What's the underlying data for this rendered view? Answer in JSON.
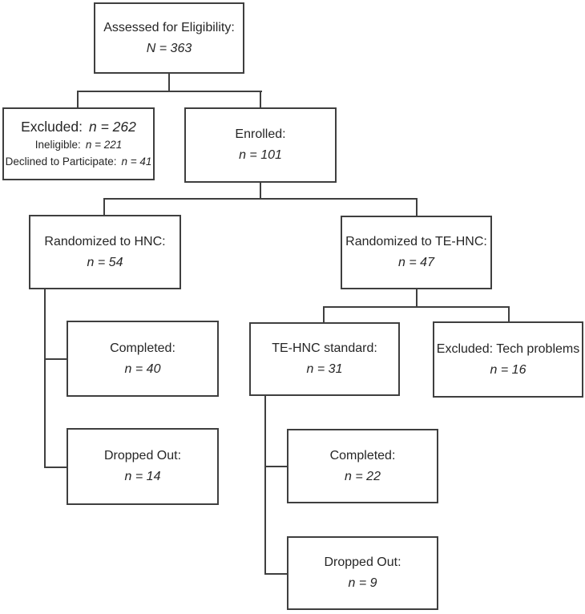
{
  "colors": {
    "border": "#3f3f3f",
    "text": "#262626",
    "background": "#ffffff"
  },
  "diagram": {
    "type": "flowchart",
    "boxes": {
      "assessed": {
        "label": "Assessed for Eligibility:",
        "value": "N = 363"
      },
      "excluded": {
        "label": "Excluded:",
        "value": "n = 262",
        "sub1_label": "Ineligible:",
        "sub1_value": "n = 221",
        "sub2_label": "Declined to Participate:",
        "sub2_value": "n = 41"
      },
      "enrolled": {
        "label": "Enrolled:",
        "value": "n = 101"
      },
      "rand_hnc": {
        "label": "Randomized to HNC:",
        "value": "n = 54"
      },
      "rand_tehnc": {
        "label": "Randomized to TE-HNC:",
        "value": "n = 47"
      },
      "completed_hnc": {
        "label": "Completed:",
        "value": "n = 40"
      },
      "dropped_hnc": {
        "label": "Dropped Out:",
        "value": "n = 14"
      },
      "tehnc_standard": {
        "label": "TE-HNC standard:",
        "value": "n = 31"
      },
      "excluded_tech": {
        "label": "Excluded: Tech problems",
        "value": "n = 16"
      },
      "completed_tehnc": {
        "label": "Completed:",
        "value": "n = 22"
      },
      "dropped_tehnc": {
        "label": "Dropped Out:",
        "value": "n = 9"
      }
    }
  }
}
